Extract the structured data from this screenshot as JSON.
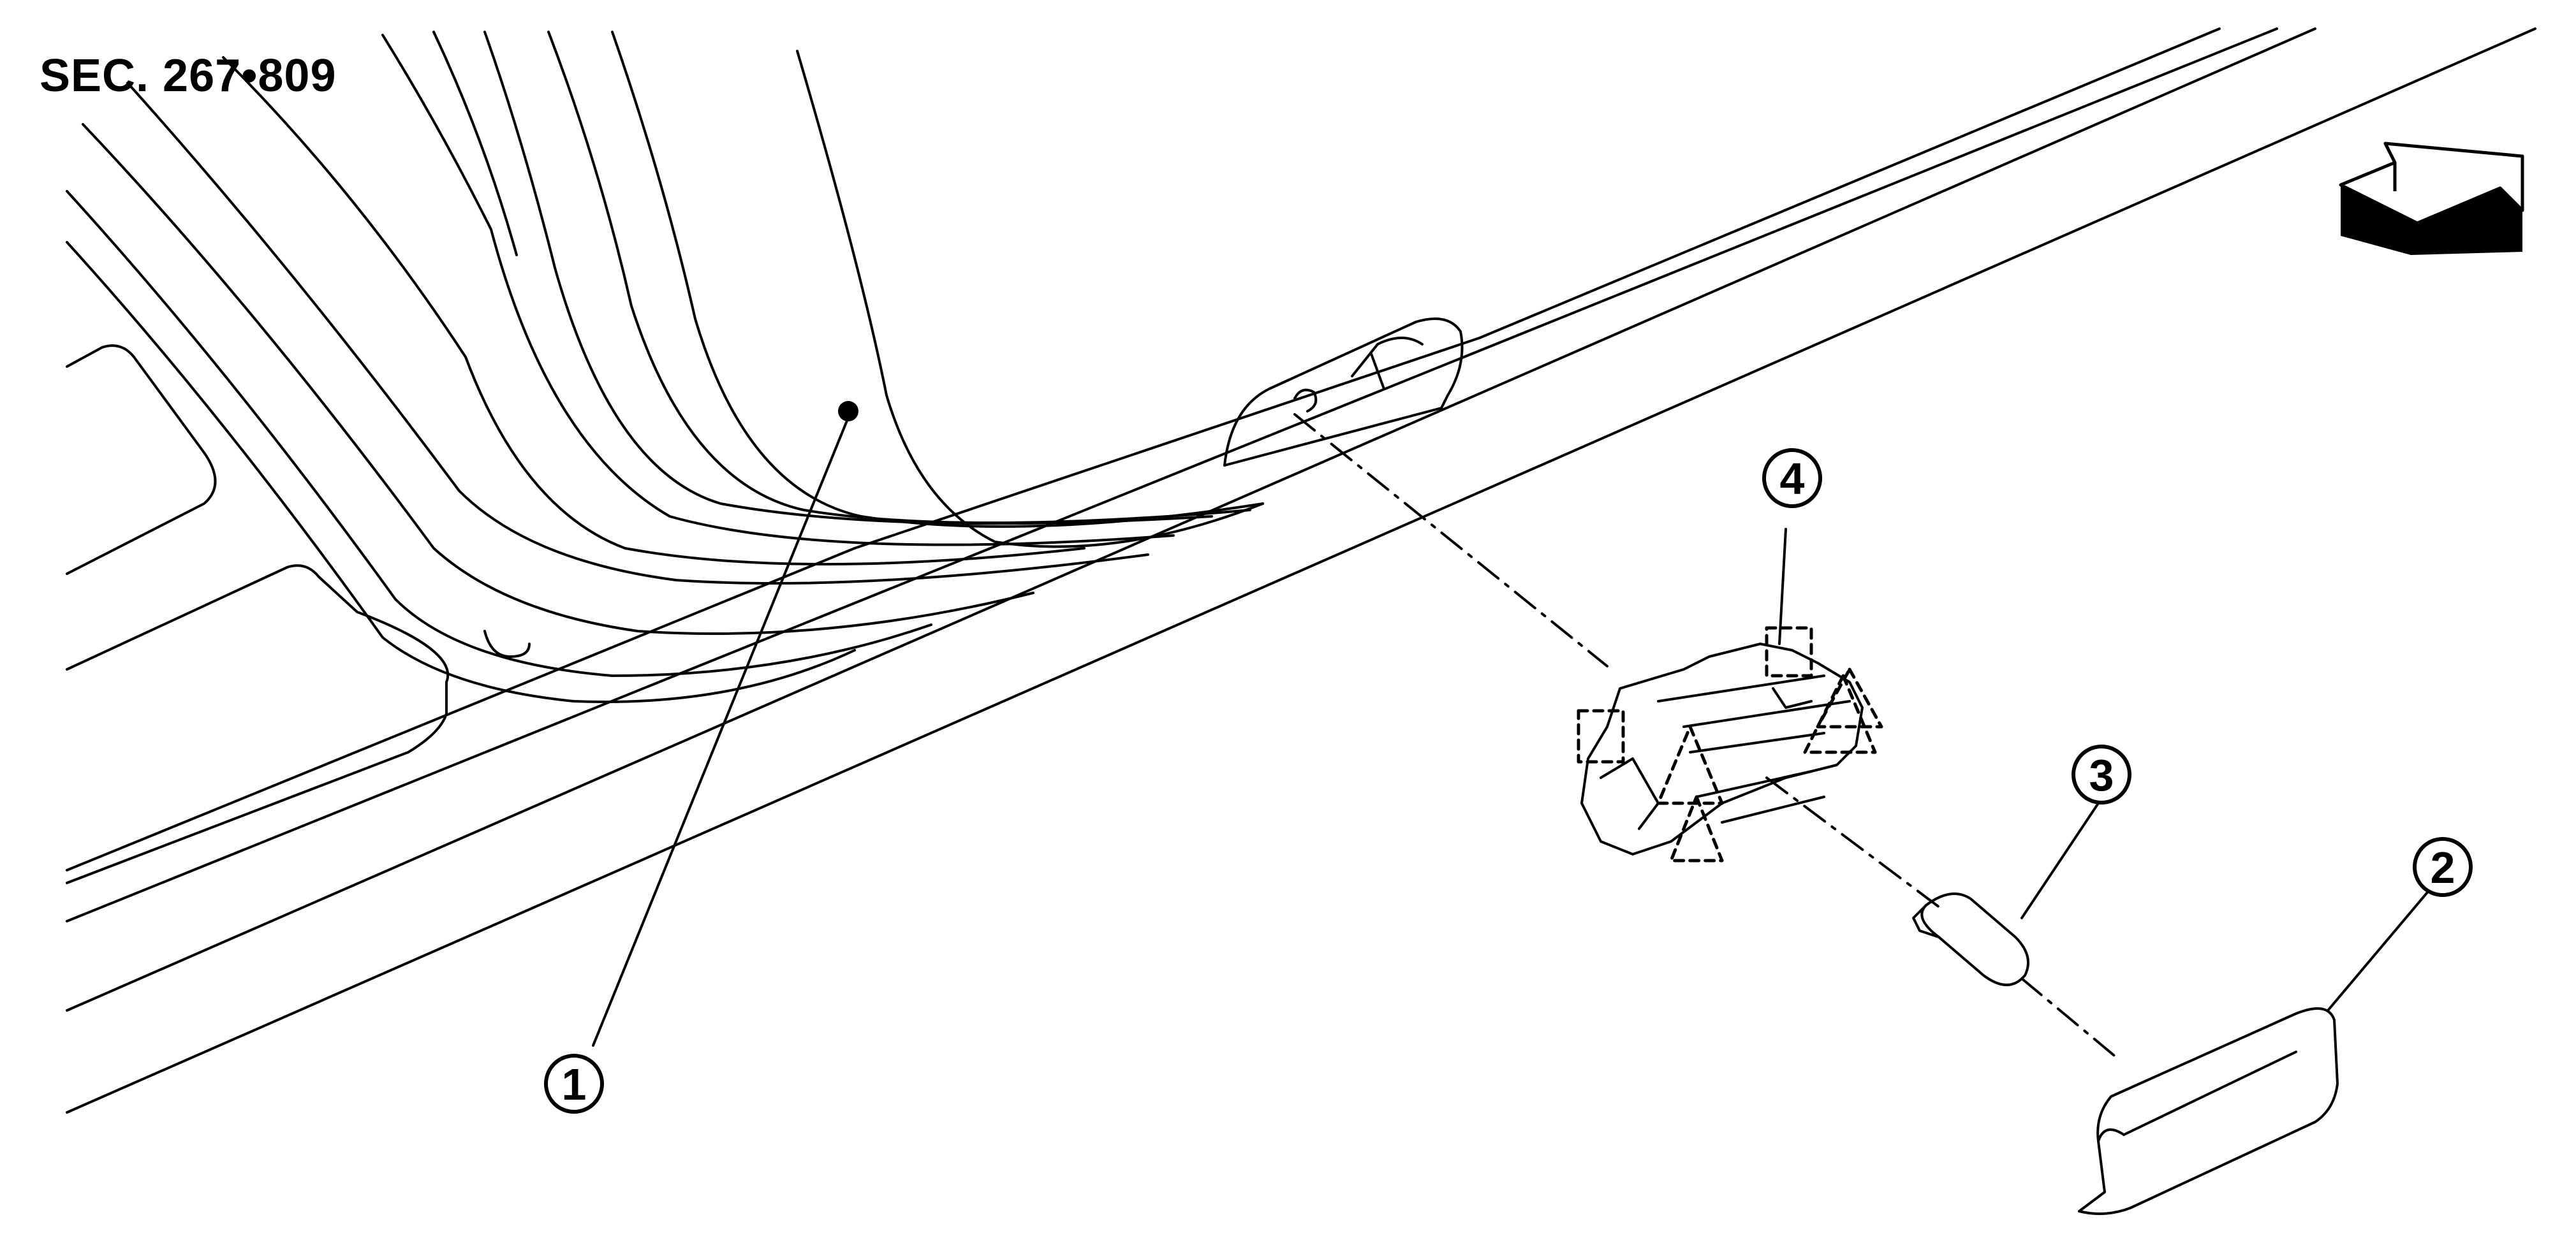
{
  "diagram": {
    "section_label": "SEC. 267•809",
    "callouts": [
      {
        "id": "callout-1",
        "number": "1"
      },
      {
        "id": "callout-2",
        "number": "2"
      },
      {
        "id": "callout-3",
        "number": "3"
      },
      {
        "id": "callout-4",
        "number": "4"
      }
    ],
    "front_arrow_icon": "front-direction-arrow-icon",
    "colors": {
      "ink": "#000000",
      "background": "#ffffff"
    }
  }
}
